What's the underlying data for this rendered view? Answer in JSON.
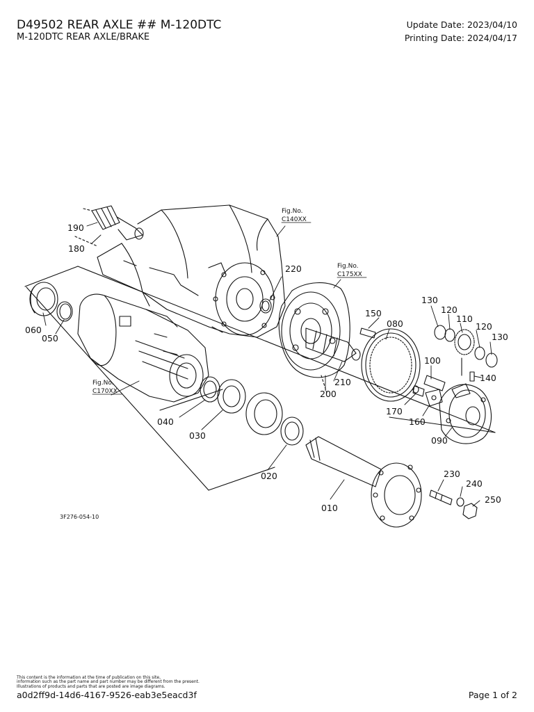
{
  "header": {
    "title": "D49502 REAR AXLE ## M-120DTC",
    "subtitle": "M-120DTC REAR AXLE/BRAKE",
    "update_date": "Update Date: 2023/04/10",
    "printing_date": "Printing Date: 2024/04/17"
  },
  "diagram": {
    "drawing_code": "3F276-054-10",
    "callouts": {
      "c010": "010",
      "c020": "020",
      "c030": "030",
      "c040": "040",
      "c050": "050",
      "c060": "060",
      "c080": "080",
      "c090": "090",
      "c100": "100",
      "c110": "110",
      "c120a": "120",
      "c120b": "120",
      "c130a": "130",
      "c130b": "130",
      "c140": "140",
      "c150": "150",
      "c160": "160",
      "c170": "170",
      "c180": "180",
      "c190": "190",
      "c200": "200",
      "c210": "210",
      "c220": "220",
      "c230": "230",
      "c240": "240",
      "c250": "250"
    },
    "fig_refs": {
      "label1": "Fig.No.",
      "code1": "C140XX",
      "label2": "Fig.No.",
      "code2": "C175XX",
      "label3": "Fig.No.",
      "code3": "C170XX"
    }
  },
  "footer": {
    "note_line1": "This content is the information at the time of publication on this site,",
    "note_line2": "information such as the part name and part number may be different from the present.",
    "note_line3": "Illustrations of products and parts that are posted are image diagrams.",
    "doc_id": "a0d2ff9d-14d6-4167-9526-eab3e5eacd3f",
    "page": "Page 1 of 2"
  }
}
